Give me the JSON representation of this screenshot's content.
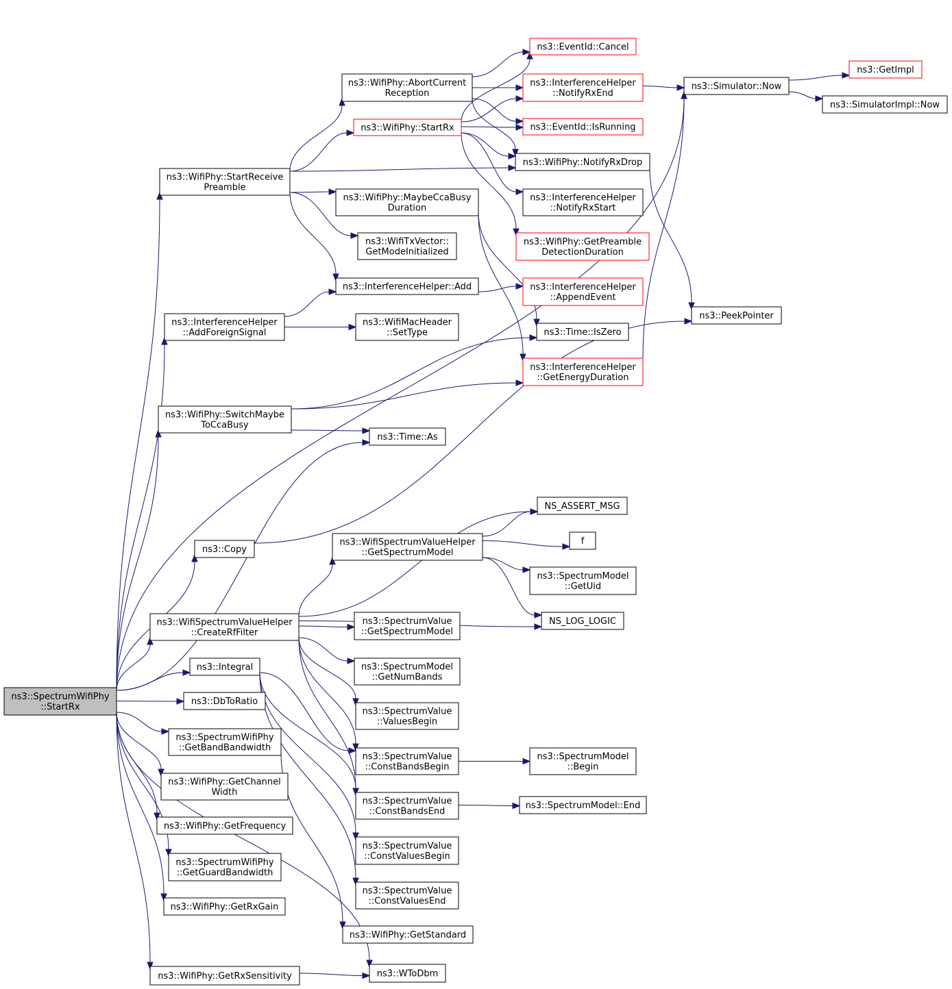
{
  "nodes": [
    {
      "id": "root",
      "lines": [
        "ns3::SpectrumWifiPhy",
        "::StartRx"
      ],
      "border": "black",
      "fill": "#bfbfbf"
    },
    {
      "id": "startreceivepreamble",
      "lines": [
        "ns3::WifiPhy::StartReceive",
        "Preamble"
      ],
      "border": "black"
    },
    {
      "id": "abortcurrentreception",
      "lines": [
        "ns3::WifiPhy::AbortCurrent",
        "Reception"
      ],
      "border": "black"
    },
    {
      "id": "wifiphy-startrx",
      "lines": [
        "ns3::WifiPhy::StartRx"
      ],
      "border": "red"
    },
    {
      "id": "eventid-cancel",
      "lines": [
        "ns3::EventId::Cancel"
      ],
      "border": "red"
    },
    {
      "id": "ih-notifyrxend",
      "lines": [
        "ns3::InterferenceHelper",
        "::NotifyRxEnd"
      ],
      "border": "red"
    },
    {
      "id": "eventid-isrunning",
      "lines": [
        "ns3::EventId::IsRunning"
      ],
      "border": "red"
    },
    {
      "id": "simulator-now",
      "lines": [
        "ns3::Simulator::Now"
      ],
      "border": "black"
    },
    {
      "id": "getimpl",
      "lines": [
        "ns3::GetImpl"
      ],
      "border": "red"
    },
    {
      "id": "simulatorimpl-now",
      "lines": [
        "ns3::SimulatorImpl::Now"
      ],
      "border": "black"
    },
    {
      "id": "notifyrxdrop",
      "lines": [
        "ns3::WifiPhy::NotifyRxDrop"
      ],
      "border": "black"
    },
    {
      "id": "maybeccabusy",
      "lines": [
        "ns3::WifiPhy::MaybeCcaBusy",
        "Duration"
      ],
      "border": "black"
    },
    {
      "id": "ih-notifyrxstart",
      "lines": [
        "ns3::InterferenceHelper",
        "::NotifyRxStart"
      ],
      "border": "black"
    },
    {
      "id": "getmodeinit",
      "lines": [
        "ns3::WifiTxVector::",
        "GetModeInitialized"
      ],
      "border": "black"
    },
    {
      "id": "getpreambledet",
      "lines": [
        "ns3::WifiPhy::GetPreamble",
        "DetectionDuration"
      ],
      "border": "red"
    },
    {
      "id": "ih-add",
      "lines": [
        "ns3::InterferenceHelper::Add"
      ],
      "border": "black"
    },
    {
      "id": "ih-appendevent",
      "lines": [
        "ns3::InterferenceHelper",
        "::AppendEvent"
      ],
      "border": "red"
    },
    {
      "id": "addforeignsignal",
      "lines": [
        "ns3::InterferenceHelper",
        "::AddForeignSignal"
      ],
      "border": "black"
    },
    {
      "id": "settype",
      "lines": [
        "ns3::WifiMacHeader",
        "::SetType"
      ],
      "border": "black"
    },
    {
      "id": "peekpointer",
      "lines": [
        "ns3::PeekPointer"
      ],
      "border": "black"
    },
    {
      "id": "time-iszero",
      "lines": [
        "ns3::Time::IsZero"
      ],
      "border": "black"
    },
    {
      "id": "ih-getenergy",
      "lines": [
        "ns3::InterferenceHelper",
        "::GetEnergyDuration"
      ],
      "border": "red"
    },
    {
      "id": "switchmaybe",
      "lines": [
        "ns3::WifiPhy::SwitchMaybe",
        "ToCcaBusy"
      ],
      "border": "black"
    },
    {
      "id": "time-as",
      "lines": [
        "ns3::Time::As"
      ],
      "border": "black"
    },
    {
      "id": "ns-assert-msg",
      "lines": [
        "NS_ASSERT_MSG"
      ],
      "border": "black"
    },
    {
      "id": "copy",
      "lines": [
        "ns3::Copy"
      ],
      "border": "black"
    },
    {
      "id": "wsvh-getspectrummodel",
      "lines": [
        "ns3::WifiSpectrumValueHelper",
        "::GetSpectrumModel"
      ],
      "border": "black"
    },
    {
      "id": "f",
      "lines": [
        "f"
      ],
      "border": "black"
    },
    {
      "id": "sm-getuid",
      "lines": [
        "ns3::SpectrumModel",
        "::GetUid"
      ],
      "border": "black"
    },
    {
      "id": "ns-log-logic",
      "lines": [
        "NS_LOG_LOGIC"
      ],
      "border": "black"
    },
    {
      "id": "createrffilter",
      "lines": [
        "ns3::WifiSpectrumValueHelper",
        "::CreateRfFilter"
      ],
      "border": "black"
    },
    {
      "id": "sv-getspectrummodel",
      "lines": [
        "ns3::SpectrumValue",
        "::GetSpectrumModel"
      ],
      "border": "black"
    },
    {
      "id": "sm-getnumbands",
      "lines": [
        "ns3::SpectrumModel",
        "::GetNumBands"
      ],
      "border": "black"
    },
    {
      "id": "integral",
      "lines": [
        "ns3::Integral"
      ],
      "border": "black"
    },
    {
      "id": "dbtoratio",
      "lines": [
        "ns3::DbToRatio"
      ],
      "border": "black"
    },
    {
      "id": "sv-valuesbegin",
      "lines": [
        "ns3::SpectrumValue",
        "::ValuesBegin"
      ],
      "border": "black"
    },
    {
      "id": "getbandbandwidth",
      "lines": [
        "ns3::SpectrumWifiPhy",
        "::GetBandBandwidth"
      ],
      "border": "black"
    },
    {
      "id": "sv-constbandsbegin",
      "lines": [
        "ns3::SpectrumValue",
        "::ConstBandsBegin"
      ],
      "border": "black"
    },
    {
      "id": "sm-begin",
      "lines": [
        "ns3::SpectrumModel",
        "::Begin"
      ],
      "border": "black"
    },
    {
      "id": "getchannelwidth",
      "lines": [
        "ns3::WifiPhy::GetChannel",
        "Width"
      ],
      "border": "black"
    },
    {
      "id": "sv-constbandsend",
      "lines": [
        "ns3::SpectrumValue",
        "::ConstBandsEnd"
      ],
      "border": "black"
    },
    {
      "id": "sm-end",
      "lines": [
        "ns3::SpectrumModel::End"
      ],
      "border": "black"
    },
    {
      "id": "getfrequency",
      "lines": [
        "ns3::WifiPhy::GetFrequency"
      ],
      "border": "black"
    },
    {
      "id": "sv-constvaluesbegin",
      "lines": [
        "ns3::SpectrumValue",
        "::ConstValuesBegin"
      ],
      "border": "black"
    },
    {
      "id": "getguardbandwidth",
      "lines": [
        "ns3::SpectrumWifiPhy",
        "::GetGuardBandwidth"
      ],
      "border": "black"
    },
    {
      "id": "sv-constvaluesend",
      "lines": [
        "ns3::SpectrumValue",
        "::ConstValuesEnd"
      ],
      "border": "black"
    },
    {
      "id": "getrxgain",
      "lines": [
        "ns3::WifiPhy::GetRxGain"
      ],
      "border": "black"
    },
    {
      "id": "getstandard",
      "lines": [
        "ns3::WifiPhy::GetStandard"
      ],
      "border": "black"
    },
    {
      "id": "getrxsensitivity",
      "lines": [
        "ns3::WifiPhy::GetRxSensitivity"
      ],
      "border": "black"
    },
    {
      "id": "wtodbm",
      "lines": [
        "ns3::WToDbm"
      ],
      "border": "black"
    }
  ],
  "edges": [
    [
      "root",
      "startreceivepreamble"
    ],
    [
      "root",
      "addforeignsignal"
    ],
    [
      "root",
      "switchmaybe"
    ],
    [
      "root",
      "time-as"
    ],
    [
      "root",
      "copy"
    ],
    [
      "root",
      "createrffilter"
    ],
    [
      "root",
      "integral"
    ],
    [
      "root",
      "dbtoratio"
    ],
    [
      "root",
      "getbandbandwidth"
    ],
    [
      "root",
      "getchannelwidth"
    ],
    [
      "root",
      "getfrequency"
    ],
    [
      "root",
      "getguardbandwidth"
    ],
    [
      "root",
      "getrxgain"
    ],
    [
      "root",
      "getrxsensitivity"
    ],
    [
      "root",
      "wtodbm"
    ],
    [
      "root",
      "simulator-now"
    ],
    [
      "startreceivepreamble",
      "abortcurrentreception"
    ],
    [
      "startreceivepreamble",
      "wifiphy-startrx"
    ],
    [
      "startreceivepreamble",
      "notifyrxdrop"
    ],
    [
      "startreceivepreamble",
      "maybeccabusy"
    ],
    [
      "startreceivepreamble",
      "getmodeinit"
    ],
    [
      "startreceivepreamble",
      "ih-add"
    ],
    [
      "abortcurrentreception",
      "eventid-cancel"
    ],
    [
      "abortcurrentreception",
      "ih-notifyrxend"
    ],
    [
      "abortcurrentreception",
      "eventid-isrunning"
    ],
    [
      "abortcurrentreception",
      "notifyrxdrop"
    ],
    [
      "wifiphy-startrx",
      "eventid-cancel"
    ],
    [
      "wifiphy-startrx",
      "ih-notifyrxend"
    ],
    [
      "wifiphy-startrx",
      "eventid-isrunning"
    ],
    [
      "wifiphy-startrx",
      "notifyrxdrop"
    ],
    [
      "wifiphy-startrx",
      "ih-notifyrxstart"
    ],
    [
      "wifiphy-startrx",
      "getpreambledet"
    ],
    [
      "ih-notifyrxend",
      "simulator-now"
    ],
    [
      "simulator-now",
      "getimpl"
    ],
    [
      "simulator-now",
      "simulatorimpl-now"
    ],
    [
      "notifyrxdrop",
      "peekpointer"
    ],
    [
      "maybeccabusy",
      "time-iszero"
    ],
    [
      "maybeccabusy",
      "ih-getenergy"
    ],
    [
      "ih-add",
      "ih-appendevent"
    ],
    [
      "addforeignsignal",
      "ih-add"
    ],
    [
      "addforeignsignal",
      "settype"
    ],
    [
      "ih-getenergy",
      "simulator-now"
    ],
    [
      "switchmaybe",
      "time-iszero"
    ],
    [
      "switchmaybe",
      "ih-getenergy"
    ],
    [
      "switchmaybe",
      "time-as"
    ],
    [
      "copy",
      "peekpointer"
    ],
    [
      "wsvh-getspectrummodel",
      "ns-assert-msg"
    ],
    [
      "wsvh-getspectrummodel",
      "f"
    ],
    [
      "wsvh-getspectrummodel",
      "sm-getuid"
    ],
    [
      "wsvh-getspectrummodel",
      "ns-log-logic"
    ],
    [
      "createrffilter",
      "ns-assert-msg"
    ],
    [
      "createrffilter",
      "wsvh-getspectrummodel"
    ],
    [
      "createrffilter",
      "ns-log-logic"
    ],
    [
      "createrffilter",
      "sv-getspectrummodel"
    ],
    [
      "createrffilter",
      "sm-getnumbands"
    ],
    [
      "createrffilter",
      "sv-valuesbegin"
    ],
    [
      "createrffilter",
      "sv-constbandsbegin"
    ],
    [
      "createrffilter",
      "sv-constbandsend"
    ],
    [
      "integral",
      "sv-constbandsbegin"
    ],
    [
      "integral",
      "sv-constbandsend"
    ],
    [
      "integral",
      "sv-constvaluesbegin"
    ],
    [
      "integral",
      "sv-constvaluesend"
    ],
    [
      "getbandbandwidth",
      "getstandard"
    ],
    [
      "sv-constbandsbegin",
      "sm-begin"
    ],
    [
      "sv-constbandsend",
      "sm-end"
    ],
    [
      "getrxsensitivity",
      "wtodbm"
    ]
  ],
  "colors": {
    "edge": "#191970",
    "node_border": "#000000",
    "highlight_border": "#ff0000",
    "root_fill": "#bfbfbf",
    "background": "#ffffff"
  }
}
